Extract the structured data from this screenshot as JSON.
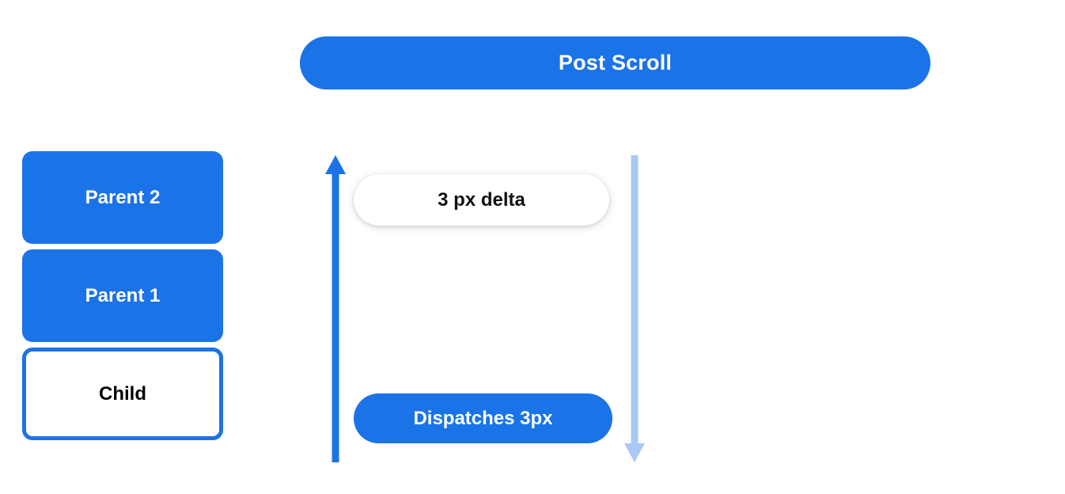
{
  "diagram": {
    "title": "Post Scroll",
    "background_color": "#ffffff",
    "accent_color": "#1b73e8",
    "light_accent_color": "#aac8f5",
    "nodes": [
      {
        "label": "Parent 2",
        "style": "filled",
        "text_color": "#ffffff"
      },
      {
        "label": "Parent 1",
        "style": "filled",
        "text_color": "#ffffff"
      },
      {
        "label": "Child",
        "style": "outlined",
        "text_color": "#000000"
      }
    ],
    "arrows": [
      {
        "name": "upward-propagation-arrow",
        "direction": "up",
        "color": "#1b73e8"
      },
      {
        "name": "downward-dispatch-arrow",
        "direction": "down",
        "color": "#aac8f5"
      }
    ],
    "annotations": [
      {
        "label": "3 px delta",
        "style": "white-pill"
      },
      {
        "label": "Dispatches 3px",
        "style": "blue-pill"
      }
    ]
  }
}
